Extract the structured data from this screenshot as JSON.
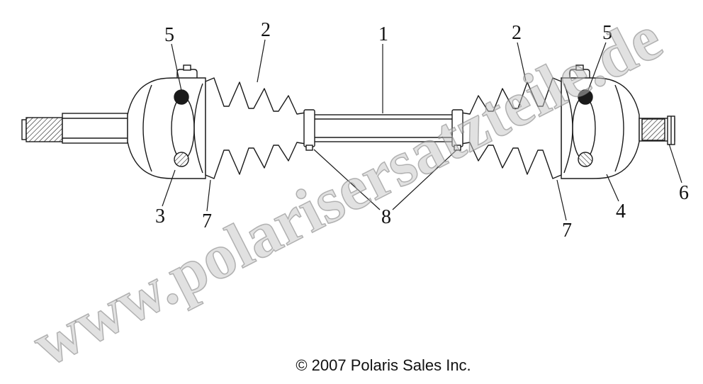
{
  "watermark": {
    "text": "www.polarisersatzteile.de"
  },
  "footer": {
    "copyright": "© 2007 Polaris Sales Inc."
  },
  "callouts": {
    "c1": "1",
    "c2_left": "2",
    "c2_right": "2",
    "c3": "3",
    "c4": "4",
    "c5_left": "5",
    "c5_right": "5",
    "c6": "6",
    "c7_left": "7",
    "c7_right": "7",
    "c8": "8"
  },
  "colors": {
    "line": "#1a1a1a",
    "watermark_gray": "#c4c4c4"
  }
}
